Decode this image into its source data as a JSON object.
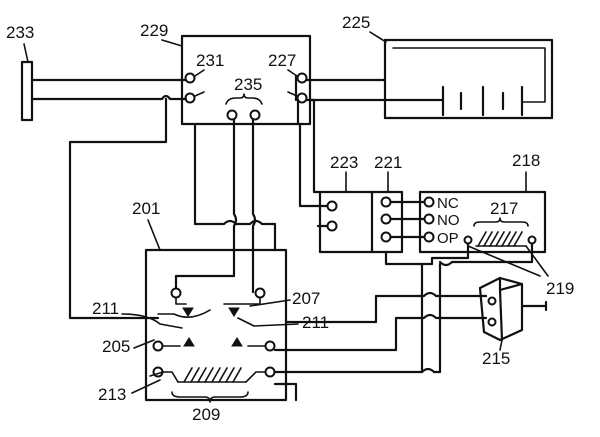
{
  "labels": {
    "r233": "233",
    "r229": "229",
    "r231": "231",
    "r227": "227",
    "r235": "235",
    "r225": "225",
    "r223": "223",
    "r221": "221",
    "r218": "218",
    "r217": "217",
    "r219": "219",
    "r201": "201",
    "r211_left": "211",
    "r207": "207",
    "r211_right": "211",
    "r205": "205",
    "r213": "213",
    "r209": "209",
    "r215": "215"
  },
  "terminals": {
    "nc": "NC",
    "no": "NO",
    "op": "OP"
  }
}
